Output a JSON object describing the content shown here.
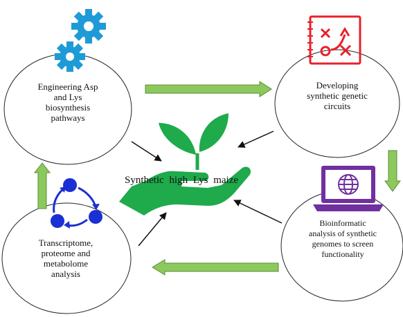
{
  "diagram": {
    "center_label": "Synthetic high Lys maize",
    "nodes": [
      {
        "id": "engineering",
        "lines": [
          "Engineering Asp",
          "and Lys",
          "biosynthesis",
          "pathways"
        ]
      },
      {
        "id": "circuits",
        "lines": [
          "Developing",
          "synthetic genetic",
          "circuits"
        ]
      },
      {
        "id": "bioinformatic",
        "lines": [
          "Bioinformatic",
          "analysis of synthetic",
          "genomes to screen",
          "functionality"
        ]
      },
      {
        "id": "omics",
        "lines": [
          "Transcriptome,",
          "proteome and",
          "metabolome",
          "analysis"
        ]
      }
    ],
    "colors": {
      "flow_arrow": "#8dc85c",
      "flow_arrow_border": "#5a8c3a",
      "plant_hand": "#1faa4b",
      "gear": "#1e9bd7",
      "notebook": "#e8202a",
      "laptop": "#7030a0",
      "cycle": "#1a2fd4"
    },
    "icons": [
      "gear-icon",
      "strategy-notebook-icon",
      "laptop-globe-icon",
      "cycle-icon",
      "plant-in-hand-icon"
    ]
  }
}
